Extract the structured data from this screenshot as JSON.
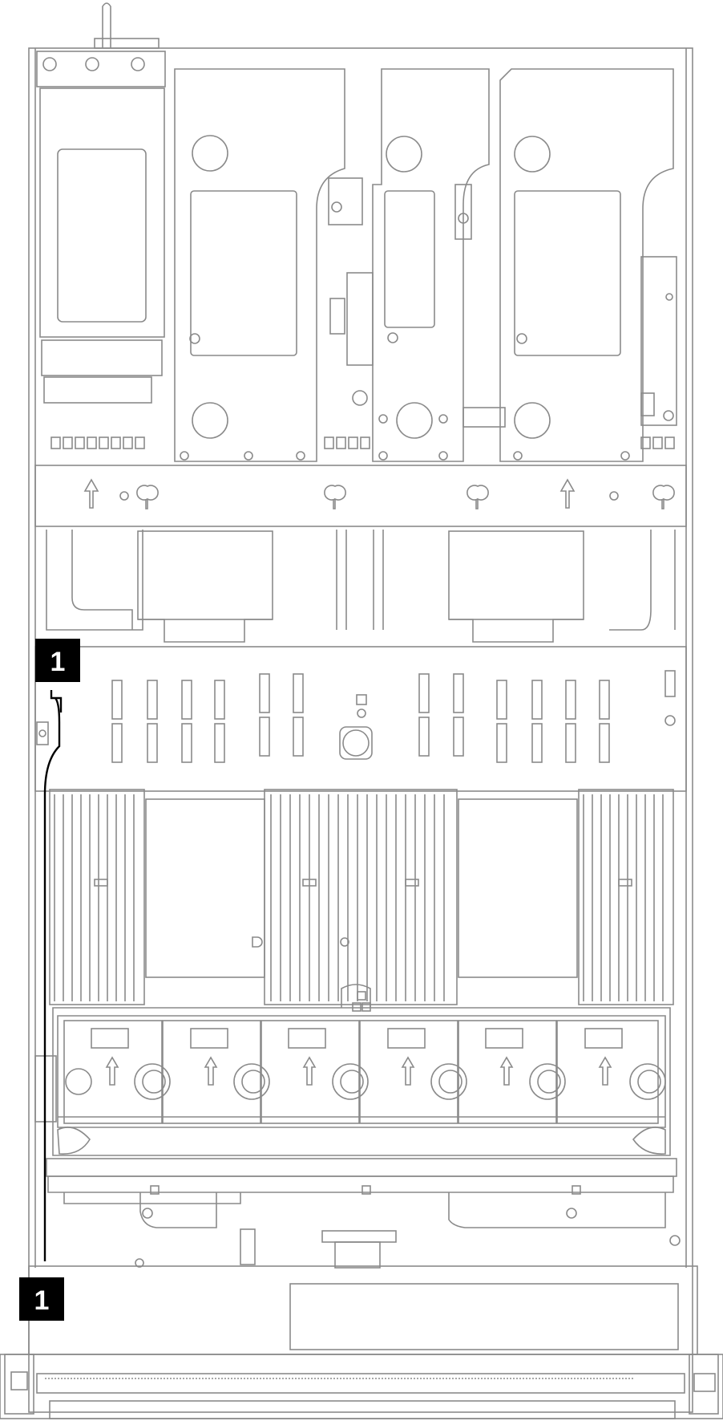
{
  "callouts": [
    {
      "id": "callout-top",
      "label": "1"
    },
    {
      "id": "callout-bottom",
      "label": "1"
    }
  ],
  "colors": {
    "line": "#8a8a8a",
    "cable": "#000000",
    "callout_bg": "#000000",
    "callout_text": "#ffffff"
  },
  "icons": [
    "up-arrow-icon",
    "keyhole-slot-icon",
    "fan-airflow-icon",
    "screw-icon"
  ]
}
